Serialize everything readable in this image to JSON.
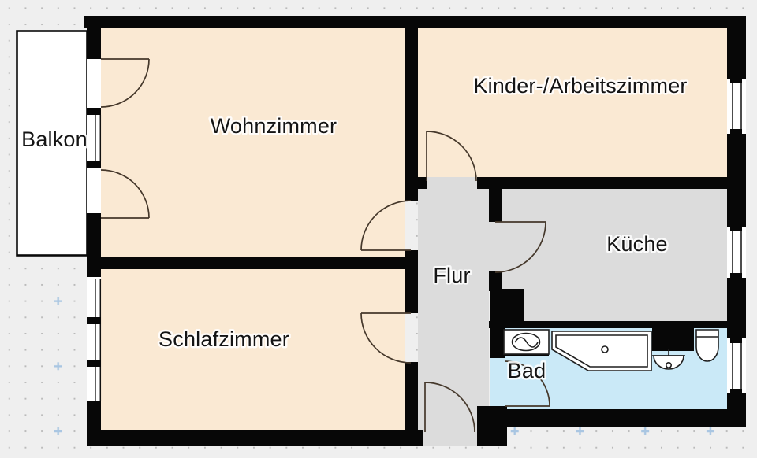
{
  "rooms": {
    "balkon": {
      "label": "Balkon"
    },
    "wohnzimmer": {
      "label": "Wohnzimmer"
    },
    "kinder_arbeitszimmer": {
      "label": "Kinder-/Arbeitszimmer"
    },
    "schlafzimmer": {
      "label": "Schlafzimmer"
    },
    "flur": {
      "label": "Flur"
    },
    "kueche": {
      "label": "Küche"
    },
    "bad": {
      "label": "Bad"
    }
  },
  "icons": {
    "washing_machine": "washing-machine-icon",
    "bathtub": "bathtub-icon",
    "sink": "sink-icon",
    "toilet": "toilet-icon",
    "door_swing": "door-swing-arc-icon",
    "window": "double-line-window-icon"
  },
  "colors": {
    "background": "#efefef",
    "grid_dot": "#b9b9b9",
    "grid_plus": "#a9c6e2",
    "wall": "#070707",
    "room_warm": "#fae9d3",
    "room_gray": "#dcdcdc",
    "room_bath": "#cae9f7",
    "white": "#ffffff",
    "door_arc": "#45382b",
    "text": "#141414"
  }
}
